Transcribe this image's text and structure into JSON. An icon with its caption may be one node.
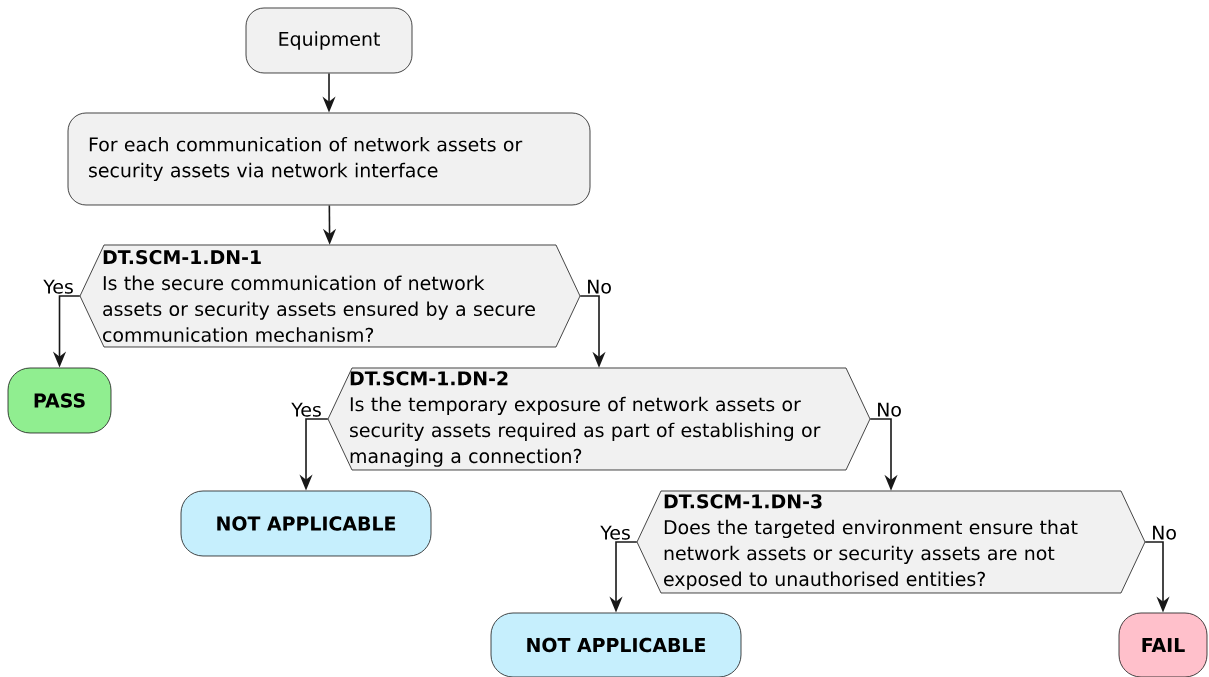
{
  "diagram": {
    "nodes": [
      {
        "text": [
          "Equipment"
        ]
      },
      {
        "text": [
          "For each communication of network assets or security assets via network interface"
        ]
      },
      {
        "text": [
          "DT.SCM-1.DN-1",
          "Is the secure communication of network assets or security assets ensured by a secure communication mechanism?"
        ]
      },
      {
        "text": [
          "PASS"
        ]
      },
      {
        "text": [
          "DT.SCM-1.DN-2",
          "Is the temporary exposure of network assets or security assets required as part of establishing or managing a connection?"
        ]
      },
      {
        "text": [
          "NOT APPLICABLE"
        ]
      },
      {
        "text": [
          "DT.SCM-1.DN-3",
          "Does the targeted environment ensure that network assets or security assets are not exposed to unauthorised entities?"
        ]
      },
      {
        "text": [
          "NOT APPLICABLE"
        ]
      },
      {
        "text": [
          "FAIL"
        ]
      }
    ],
    "edges": [
      {
        "from": 0,
        "to": 1,
        "arrow": "to"
      },
      {
        "from": 1,
        "to": 2,
        "arrow": "to"
      },
      {
        "from": 2,
        "to": 3,
        "arrow": "to",
        "label": "Yes"
      },
      {
        "from": 2,
        "to": 4,
        "arrow": "to",
        "label": "No"
      },
      {
        "from": 4,
        "to": 5,
        "arrow": "to",
        "label": "Yes"
      },
      {
        "from": 4,
        "to": 6,
        "arrow": "to",
        "label": "No"
      },
      {
        "from": 6,
        "to": 7,
        "arrow": "to",
        "label": "Yes"
      },
      {
        "from": 6,
        "to": 8,
        "arrow": "to",
        "label": "No"
      }
    ]
  }
}
